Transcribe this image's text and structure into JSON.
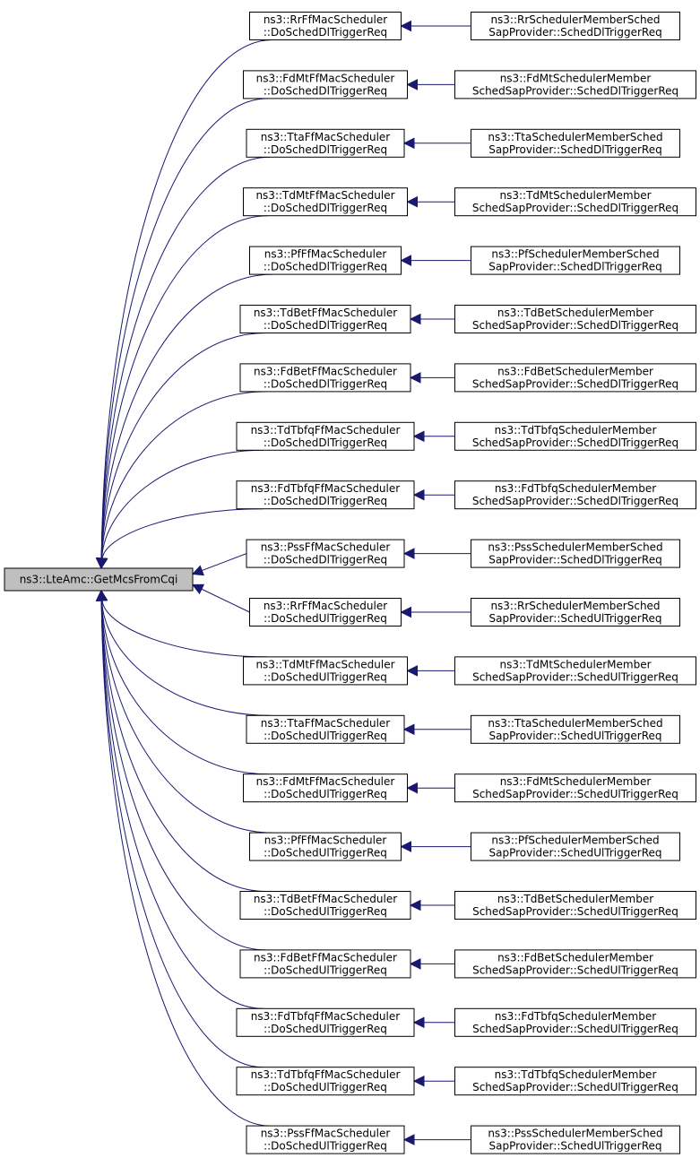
{
  "colors": {
    "edge": "#191970",
    "node_border": "#000000",
    "node_fill": "#ffffff",
    "root_fill": "#bfbfbf",
    "text": "#000000"
  },
  "root": {
    "label": "ns3::LteAmc::GetMcsFromCqi"
  },
  "rows": [
    {
      "middle": [
        "ns3::RrFfMacScheduler",
        "::DoSchedDlTriggerReq"
      ],
      "right": [
        "ns3::RrSchedulerMemberSched",
        "SapProvider::SchedDlTriggerReq"
      ]
    },
    {
      "middle": [
        "ns3::FdMtFfMacScheduler",
        "::DoSchedDlTriggerReq"
      ],
      "right": [
        "ns3::FdMtSchedulerMember",
        "SchedSapProvider::SchedDlTriggerReq"
      ]
    },
    {
      "middle": [
        "ns3::TtaFfMacScheduler",
        "::DoSchedDlTriggerReq"
      ],
      "right": [
        "ns3::TtaSchedulerMemberSched",
        "SapProvider::SchedDlTriggerReq"
      ]
    },
    {
      "middle": [
        "ns3::TdMtFfMacScheduler",
        "::DoSchedDlTriggerReq"
      ],
      "right": [
        "ns3::TdMtSchedulerMember",
        "SchedSapProvider::SchedDlTriggerReq"
      ]
    },
    {
      "middle": [
        "ns3::PfFfMacScheduler",
        "::DoSchedDlTriggerReq"
      ],
      "right": [
        "ns3::PfSchedulerMemberSched",
        "SapProvider::SchedDlTriggerReq"
      ]
    },
    {
      "middle": [
        "ns3::TdBetFfMacScheduler",
        "::DoSchedDlTriggerReq"
      ],
      "right": [
        "ns3::TdBetSchedulerMember",
        "SchedSapProvider::SchedDlTriggerReq"
      ]
    },
    {
      "middle": [
        "ns3::FdBetFfMacScheduler",
        "::DoSchedDlTriggerReq"
      ],
      "right": [
        "ns3::FdBetSchedulerMember",
        "SchedSapProvider::SchedDlTriggerReq"
      ]
    },
    {
      "middle": [
        "ns3::TdTbfqFfMacScheduler",
        "::DoSchedDlTriggerReq"
      ],
      "right": [
        "ns3::TdTbfqSchedulerMember",
        "SchedSapProvider::SchedDlTriggerReq"
      ]
    },
    {
      "middle": [
        "ns3::FdTbfqFfMacScheduler",
        "::DoSchedDlTriggerReq"
      ],
      "right": [
        "ns3::FdTbfqSchedulerMember",
        "SchedSapProvider::SchedDlTriggerReq"
      ]
    },
    {
      "middle": [
        "ns3::PssFfMacScheduler",
        "::DoSchedDlTriggerReq"
      ],
      "right": [
        "ns3::PssSchedulerMemberSched",
        "SapProvider::SchedDlTriggerReq"
      ]
    },
    {
      "middle": [
        "ns3::RrFfMacScheduler",
        "::DoSchedUlTriggerReq"
      ],
      "right": [
        "ns3::RrSchedulerMemberSched",
        "SapProvider::SchedUlTriggerReq"
      ]
    },
    {
      "middle": [
        "ns3::TdMtFfMacScheduler",
        "::DoSchedUlTriggerReq"
      ],
      "right": [
        "ns3::TdMtSchedulerMember",
        "SchedSapProvider::SchedUlTriggerReq"
      ]
    },
    {
      "middle": [
        "ns3::TtaFfMacScheduler",
        "::DoSchedUlTriggerReq"
      ],
      "right": [
        "ns3::TtaSchedulerMemberSched",
        "SapProvider::SchedUlTriggerReq"
      ]
    },
    {
      "middle": [
        "ns3::FdMtFfMacScheduler",
        "::DoSchedUlTriggerReq"
      ],
      "right": [
        "ns3::FdMtSchedulerMember",
        "SchedSapProvider::SchedUlTriggerReq"
      ]
    },
    {
      "middle": [
        "ns3::PfFfMacScheduler",
        "::DoSchedUlTriggerReq"
      ],
      "right": [
        "ns3::PfSchedulerMemberSched",
        "SapProvider::SchedUlTriggerReq"
      ]
    },
    {
      "middle": [
        "ns3::TdBetFfMacScheduler",
        "::DoSchedUlTriggerReq"
      ],
      "right": [
        "ns3::TdBetSchedulerMember",
        "SchedSapProvider::SchedUlTriggerReq"
      ]
    },
    {
      "middle": [
        "ns3::FdBetFfMacScheduler",
        "::DoSchedUlTriggerReq"
      ],
      "right": [
        "ns3::FdBetSchedulerMember",
        "SchedSapProvider::SchedUlTriggerReq"
      ]
    },
    {
      "middle": [
        "ns3::FdTbfqFfMacScheduler",
        "::DoSchedUlTriggerReq"
      ],
      "right": [
        "ns3::FdTbfqSchedulerMember",
        "SchedSapProvider::SchedUlTriggerReq"
      ]
    },
    {
      "middle": [
        "ns3::TdTbfqFfMacScheduler",
        "::DoSchedUlTriggerReq"
      ],
      "right": [
        "ns3::TdTbfqSchedulerMember",
        "SchedSapProvider::SchedUlTriggerReq"
      ]
    },
    {
      "middle": [
        "ns3::PssFfMacScheduler",
        "::DoSchedUlTriggerReq"
      ],
      "right": [
        "ns3::PssSchedulerMemberSched",
        "SapProvider::SchedUlTriggerReq"
      ]
    }
  ]
}
